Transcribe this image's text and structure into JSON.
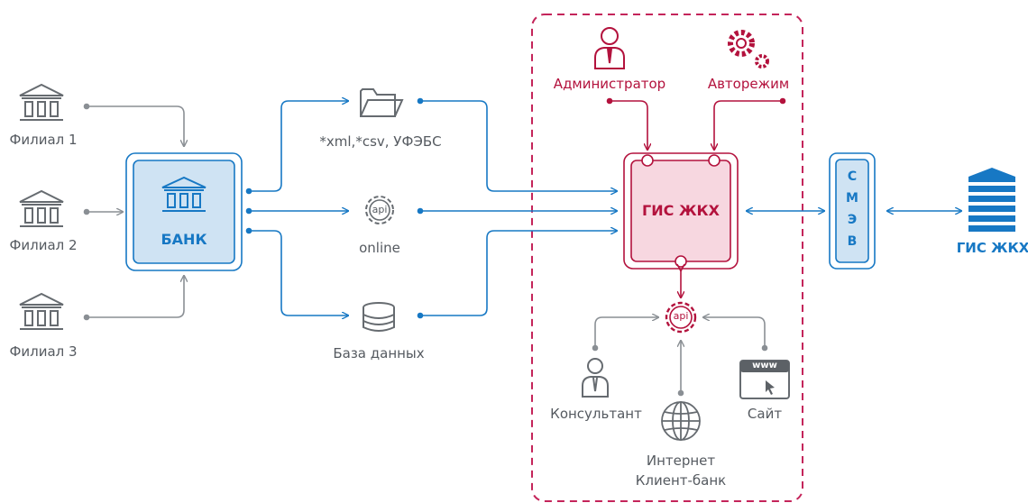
{
  "branches": [
    {
      "label": "Филиал 1"
    },
    {
      "label": "Филиал 2"
    },
    {
      "label": "Филиал 3"
    }
  ],
  "bank": {
    "label": "БАНК"
  },
  "channels": {
    "files": "*xml,*csv, УФЭБС",
    "online": "online",
    "database": "База данных",
    "api_badge": "api"
  },
  "gis_panel": {
    "administrator": "Администратор",
    "autoregime": "Авторежим",
    "center": "ГИС ЖКХ",
    "consultant": "Консультант",
    "site": "Сайт",
    "internet": "Интернет",
    "client_bank": "Клиент-банк",
    "api_badge": "api",
    "www_badge": "www"
  },
  "smev": {
    "letters": [
      "С",
      "М",
      "Э",
      "В"
    ]
  },
  "gis_external": {
    "label": "ГИС ЖКХ"
  },
  "colors": {
    "blue": "#1778c4",
    "blue_fill": "#cfe3f3",
    "red": "#b3123d",
    "red_fill": "#f7d7e0",
    "gray": "#666b70",
    "gray_line": "#8a8f94"
  }
}
